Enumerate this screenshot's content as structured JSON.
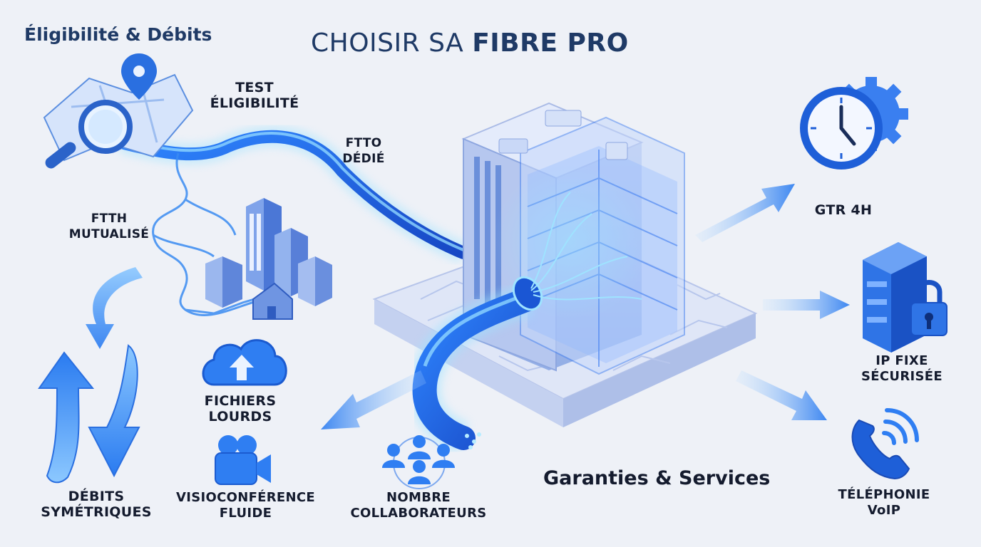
{
  "header": {
    "left_section": "Éligibilité & Débits",
    "title_normal": "CHOISIR SA",
    "title_bold": "FIBRE PRO",
    "right_section": "Garanties & Services"
  },
  "labels": {
    "eligibility_test": [
      "TEST",
      "ÉLIGIBILITÉ"
    ],
    "ftto": [
      "FTTO",
      "DÉDIÉ"
    ],
    "ftth": [
      "FTTH",
      "MUTUALISÉ"
    ],
    "symmetric_speeds": [
      "DÉBITS",
      "SYMÉTRIQUES"
    ],
    "heavy_files": [
      "FICHIERS",
      "LOURDS"
    ],
    "video_conf": [
      "VISIOCONFÉRENCE",
      "FLUIDE"
    ],
    "collaborators": [
      "NOMBRE",
      "COLLABORATEURS"
    ],
    "gtr": [
      "GTR 4H"
    ],
    "fixed_ip": [
      "IP FIXE",
      "SÉCURISÉE"
    ],
    "voip": [
      "TÉLÉPHONIE",
      "VoIP"
    ]
  },
  "colors": {
    "primary_blue": "#1e5fd8",
    "light_blue": "#5aa9ff",
    "glow": "#7fd0ff",
    "title_navy": "#1f3a66",
    "background": "#eef1f7"
  },
  "icons": [
    "map-magnifier-icon",
    "location-pin-icon",
    "buildings-icon",
    "house-icon",
    "cloud-upload-icon",
    "video-camera-icon",
    "people-group-icon",
    "clock-gear-icon",
    "server-lock-icon",
    "phone-waves-icon",
    "up-arrow-icon",
    "down-arrow-icon"
  ]
}
